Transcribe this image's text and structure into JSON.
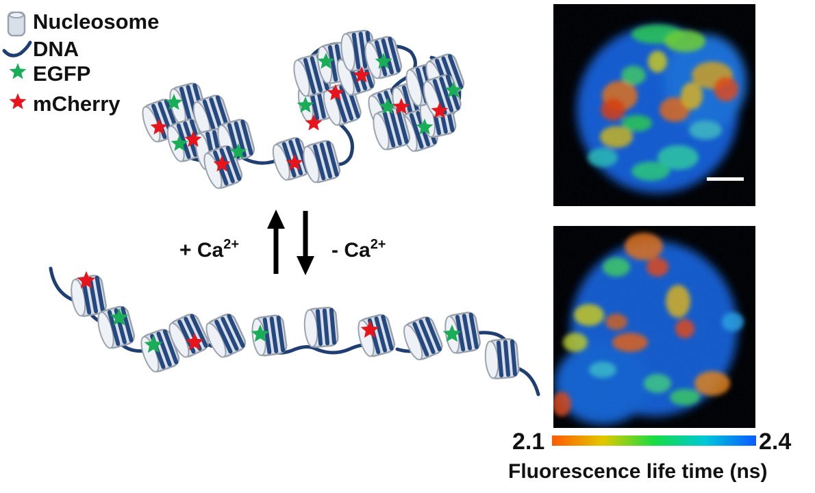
{
  "legend": {
    "items": [
      {
        "label": "Nucleosome",
        "icon": "nucleosome-icon"
      },
      {
        "label": "DNA",
        "icon": "dna-icon"
      },
      {
        "label": "EGFP",
        "icon": "green-star-icon"
      },
      {
        "label": "mCherry",
        "icon": "red-star-icon"
      }
    ]
  },
  "arrows": {
    "up_prefix": "+ Ca",
    "up_sup": "2+",
    "down_prefix": "- Ca",
    "down_sup": "2+"
  },
  "colorbar": {
    "min_label": "2.1",
    "max_label": "2.4",
    "title": "Fluorescence life time (ns)"
  },
  "colors": {
    "dna": "#1f3f73",
    "nucleosome_fill": "#d9dfe8",
    "nucleosome_stroke": "#9aa3ad",
    "band": "#25497f",
    "egfp": "#1aad57",
    "mcherry": "#e8141c",
    "image_bg": "#000000"
  }
}
